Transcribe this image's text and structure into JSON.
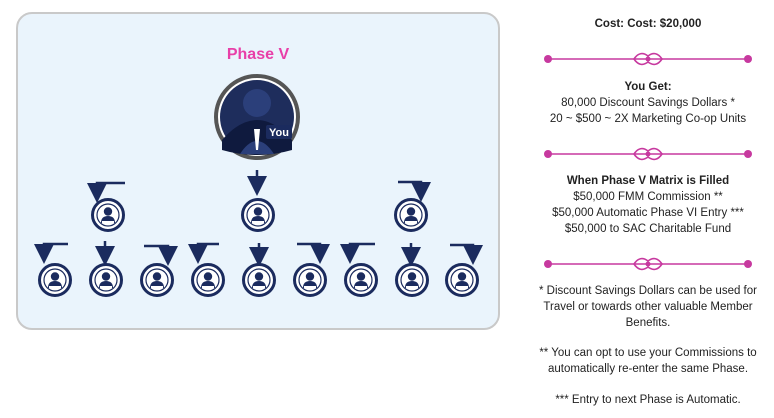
{
  "diagram": {
    "title": "Phase V",
    "root_label": "You"
  },
  "side": {
    "cost": "Cost: Cost: $20,000",
    "you_get": {
      "heading": "You Get:",
      "lines": [
        "80,000 Discount Savings Dollars *",
        "20 ~ $500 ~ 2X Marketing Co-op Units"
      ]
    },
    "when_filled": {
      "heading": "When Phase V Matrix is Filled",
      "lines": [
        "$50,000 FMM Commission **",
        "$50,000 Automatic Phase VI Entry ***",
        "$50,000 to SAC Charitable Fund"
      ]
    },
    "notes": [
      "* Discount Savings Dollars can be used for",
      "Travel or towards other valuable Member",
      "Benefits.",
      "** You can opt to use your Commissions to",
      "automatically re-enter the same Phase.",
      "*** Entry to next Phase is Automatic."
    ]
  },
  "colors": {
    "title": "#e83fa8",
    "navy": "#1b2b5e",
    "divider": "#c7399f",
    "panel": "#eaf4fc"
  }
}
